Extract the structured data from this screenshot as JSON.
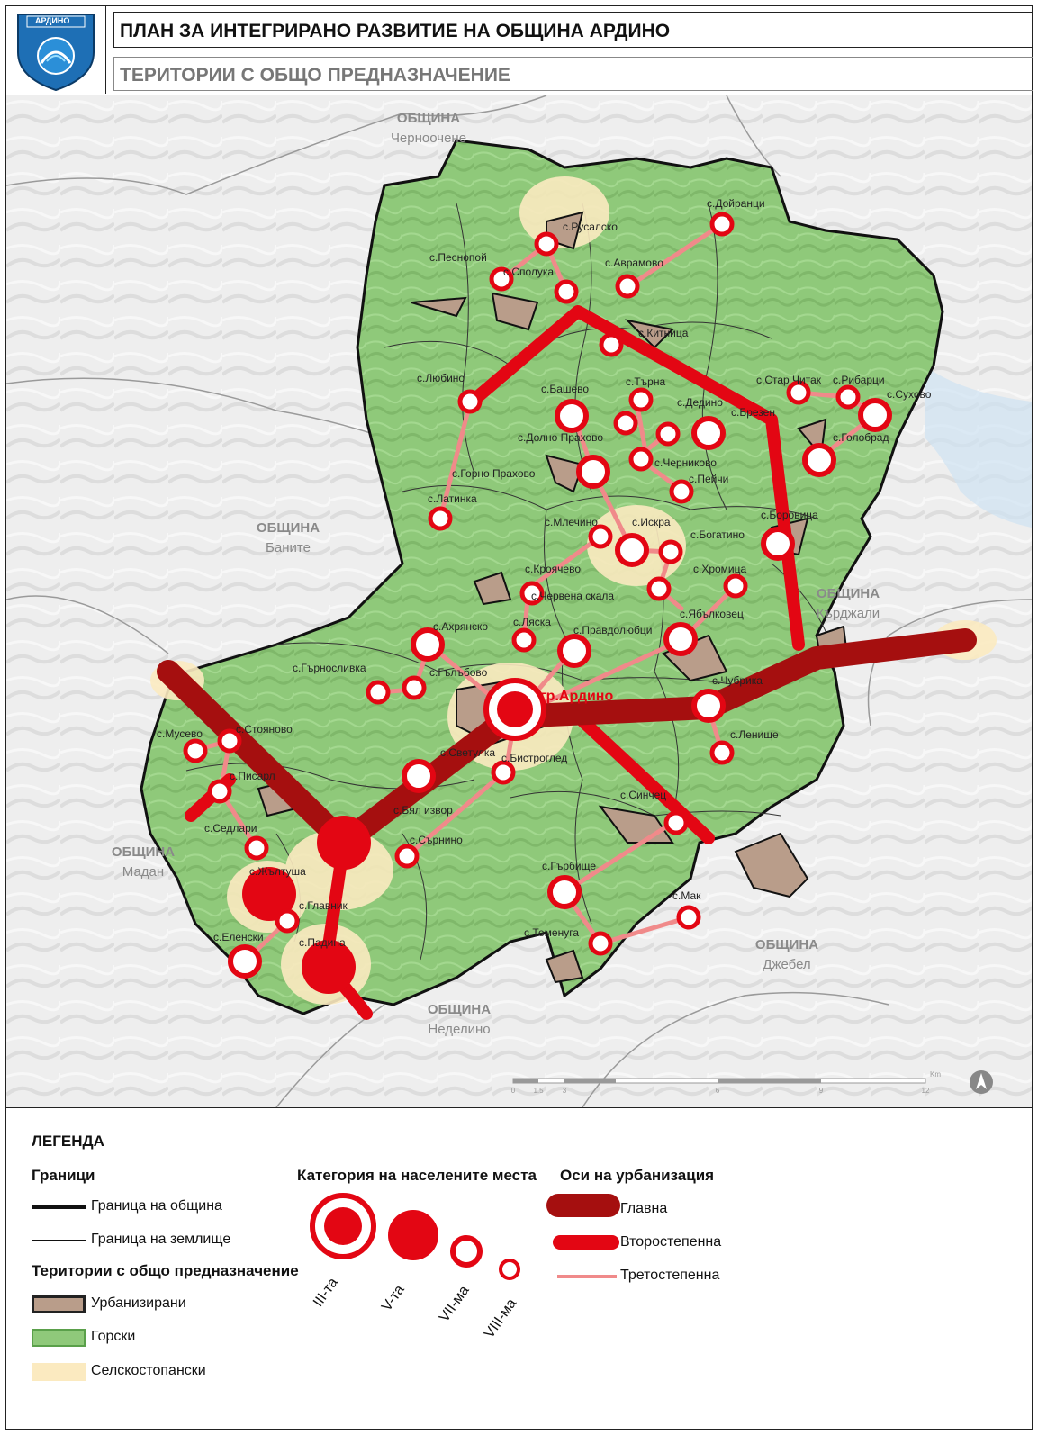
{
  "header": {
    "logo_text": "АРДИНО",
    "title": "ПЛАН ЗА ИНТЕГРИРАНО РАЗВИТИЕ НА ОБЩИНА АРДИНО",
    "subtitle": "ТЕРИТОРИИ С ОБЩО ПРЕДНАЗНАЧЕНИЕ"
  },
  "map": {
    "neighbors": [
      {
        "l1": "ОБЩИНА",
        "l2": "Черноочене"
      },
      {
        "l1": "ОБЩИНА",
        "l2": "Баните"
      },
      {
        "l1": "ОБЩИНА",
        "l2": "Кърджали"
      },
      {
        "l1": "ОБЩИНА",
        "l2": "Мадан"
      },
      {
        "l1": "ОБЩИНА",
        "l2": "Неделино"
      },
      {
        "l1": "ОБЩИНА",
        "l2": "Джебел"
      }
    ],
    "settlements": [
      {
        "name": "гр.Ардино",
        "category": "III-та"
      },
      {
        "name": "с.Бял извор",
        "category": "V-та"
      },
      {
        "name": "с.Жълтуша",
        "category": "V-та"
      },
      {
        "name": "с.Падина",
        "category": "V-та"
      },
      {
        "name": "с.Дойранци",
        "category": "VIII-ма"
      },
      {
        "name": "с.Русалско",
        "category": "VIII-ма"
      },
      {
        "name": "с.Песнопой",
        "category": "VIII-ма"
      },
      {
        "name": "с.Сполука",
        "category": "VIII-ма"
      },
      {
        "name": "с.Аврамово",
        "category": "VIII-ма"
      },
      {
        "name": "с.Китница",
        "category": "VIII-ма"
      },
      {
        "name": "с.Любино",
        "category": "VIII-ма"
      },
      {
        "name": "с.Башево",
        "category": "VII-ма"
      },
      {
        "name": "с.Търна",
        "category": "VIII-ма"
      },
      {
        "name": "с.Дедино",
        "category": "VIII-ма"
      },
      {
        "name": "с.Стар Читак",
        "category": "VIII-ма"
      },
      {
        "name": "с.Рибарци",
        "category": "VIII-ма"
      },
      {
        "name": "с.Сухово",
        "category": "VII-ма"
      },
      {
        "name": "с.Долно Прахово",
        "category": "VIII-ма"
      },
      {
        "name": "с.Брезен",
        "category": "VII-ма"
      },
      {
        "name": "с.Голобрад",
        "category": "VII-ма"
      },
      {
        "name": "с.Горно Прахово",
        "category": "VII-ма"
      },
      {
        "name": "с.Черниково",
        "category": "VIII-ма"
      },
      {
        "name": "с.Латинка",
        "category": "VIII-ма"
      },
      {
        "name": "с.Пейчи",
        "category": "VIII-ма"
      },
      {
        "name": "с.Млечино",
        "category": "VIII-ма"
      },
      {
        "name": "с.Искра",
        "category": "VII-ма"
      },
      {
        "name": "с.Богатино",
        "category": "VIII-ма"
      },
      {
        "name": "с.Боровица",
        "category": "VII-ма"
      },
      {
        "name": "с.Кроячево",
        "category": "VIII-ма"
      },
      {
        "name": "с.Хромица",
        "category": "VIII-ма"
      },
      {
        "name": "с.Червена скала",
        "category": "VIII-ма"
      },
      {
        "name": "с.Ахрянско",
        "category": "VII-ма"
      },
      {
        "name": "с.Ляска",
        "category": "VIII-ма"
      },
      {
        "name": "с.Правдолюбци",
        "category": "VII-ма"
      },
      {
        "name": "с.Ябълковец",
        "category": "VII-ма"
      },
      {
        "name": "с.Гърносливка",
        "category": "VIII-ма"
      },
      {
        "name": "с.Гълъбово",
        "category": "VIII-ма"
      },
      {
        "name": "с.Чубрика",
        "category": "VII-ма"
      },
      {
        "name": "с.Мусево",
        "category": "VIII-ма"
      },
      {
        "name": "с.Стояново",
        "category": "VIII-ма"
      },
      {
        "name": "с.Ленище",
        "category": "VIII-ма"
      },
      {
        "name": "с.Светулка",
        "category": "VIII-ма"
      },
      {
        "name": "с.Бистроглед",
        "category": "VIII-ма"
      },
      {
        "name": "с.Писарл",
        "category": "VIII-ма"
      },
      {
        "name": "с.Седлари",
        "category": "VIII-ма"
      },
      {
        "name": "с.Сърнино",
        "category": "VIII-ма"
      },
      {
        "name": "с.Синчец",
        "category": "VIII-ма"
      },
      {
        "name": "с.Главник",
        "category": "VIII-ма"
      },
      {
        "name": "с.Гърбище",
        "category": "VII-ма"
      },
      {
        "name": "с.Мак",
        "category": "VIII-ма"
      },
      {
        "name": "с.Еленски",
        "category": "VII-ма"
      },
      {
        "name": "с.Теменуга",
        "category": "VIII-ма"
      }
    ],
    "scale": {
      "labels": [
        "0",
        "1.5",
        "3",
        "6",
        "9",
        "12"
      ],
      "unit": "Km"
    }
  },
  "legend": {
    "title": "ЛЕГЕНДА",
    "borders_heading": "Граници",
    "border_municipality": "Граница на община",
    "border_land": "Граница на землище",
    "territories_heading": "Територии с общо предназначение",
    "urbanized": "Урбанизирани",
    "forest": "Горски",
    "agricultural": "Селскостопански",
    "category_heading": "Категория на населените места",
    "categories": [
      "III-та",
      "V-та",
      "VII-ма",
      "VIII-ма"
    ],
    "axes_heading": "Оси на урбанизация",
    "axis_main": "Главна",
    "axis_secondary": "Второстепенна",
    "axis_tertiary": "Третостепенна"
  },
  "colors": {
    "forest": "#8fc97a",
    "urban": "#b99d8a",
    "agri": "#fbeac0",
    "axis_main": "#a50f0f",
    "axis_secondary": "#e30613",
    "axis_tertiary": "#f08a8a"
  }
}
